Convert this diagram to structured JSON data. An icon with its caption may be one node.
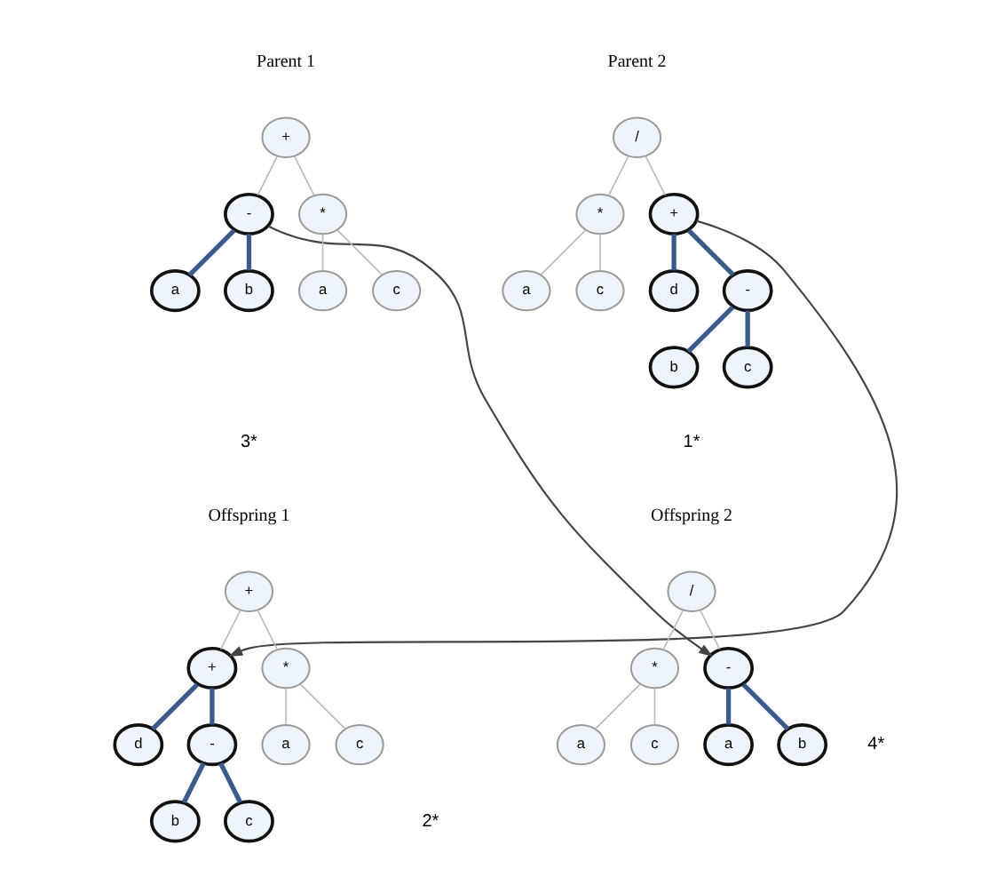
{
  "diagram": {
    "nodes": [
      {
        "text": [
          "+"
        ]
      },
      {
        "text": [
          "-"
        ]
      },
      {
        "text": [
          "a"
        ]
      },
      {
        "text": [
          "b"
        ]
      },
      {
        "text": [
          "*"
        ]
      },
      {
        "text": [
          "a"
        ]
      },
      {
        "text": [
          "c"
        ]
      },
      {
        "text": [
          "/"
        ]
      },
      {
        "text": [
          "*"
        ]
      },
      {
        "text": [
          "a"
        ]
      },
      {
        "text": [
          "c"
        ]
      },
      {
        "text": [
          "+"
        ]
      },
      {
        "text": [
          "d"
        ]
      },
      {
        "text": [
          "-"
        ]
      },
      {
        "text": [
          "b"
        ]
      },
      {
        "text": [
          "c"
        ]
      },
      {
        "text": [
          "+"
        ]
      },
      {
        "text": [
          "+"
        ]
      },
      {
        "text": [
          "d"
        ]
      },
      {
        "text": [
          "-"
        ]
      },
      {
        "text": [
          "b"
        ]
      },
      {
        "text": [
          "c"
        ]
      },
      {
        "text": [
          "*"
        ]
      },
      {
        "text": [
          "a"
        ]
      },
      {
        "text": [
          "c"
        ]
      },
      {
        "text": [
          "/"
        ]
      },
      {
        "text": [
          "*"
        ]
      },
      {
        "text": [
          "a"
        ]
      },
      {
        "text": [
          "c"
        ]
      },
      {
        "text": [
          "-"
        ]
      },
      {
        "text": [
          "a"
        ]
      },
      {
        "text": [
          "b"
        ]
      }
    ],
    "edges": [
      {
        "from": 0,
        "to": 1,
        "arrow": "none"
      },
      {
        "from": 0,
        "to": 4,
        "arrow": "none"
      },
      {
        "from": 1,
        "to": 2,
        "arrow": "none",
        "style": "thick",
        "color": "#3b5b8c"
      },
      {
        "from": 1,
        "to": 3,
        "arrow": "none",
        "style": "thick",
        "color": "#3b5b8c"
      },
      {
        "from": 4,
        "to": 5,
        "arrow": "none"
      },
      {
        "from": 4,
        "to": 6,
        "arrow": "none"
      },
      {
        "from": 7,
        "to": 8,
        "arrow": "none"
      },
      {
        "from": 7,
        "to": 11,
        "arrow": "none"
      },
      {
        "from": 8,
        "to": 9,
        "arrow": "none"
      },
      {
        "from": 8,
        "to": 10,
        "arrow": "none"
      },
      {
        "from": 11,
        "to": 12,
        "arrow": "none",
        "style": "thick",
        "color": "#3b5b8c"
      },
      {
        "from": 11,
        "to": 13,
        "arrow": "none",
        "style": "thick",
        "color": "#3b5b8c"
      },
      {
        "from": 13,
        "to": 14,
        "arrow": "none",
        "style": "thick",
        "color": "#3b5b8c"
      },
      {
        "from": 13,
        "to": 15,
        "arrow": "none",
        "style": "thick",
        "color": "#3b5b8c"
      },
      {
        "from": 16,
        "to": 17,
        "arrow": "none"
      },
      {
        "from": 16,
        "to": 22,
        "arrow": "none"
      },
      {
        "from": 17,
        "to": 18,
        "arrow": "none",
        "style": "thick",
        "color": "#3b5b8c"
      },
      {
        "from": 17,
        "to": 19,
        "arrow": "none",
        "style": "thick",
        "color": "#3b5b8c"
      },
      {
        "from": 19,
        "to": 20,
        "arrow": "none",
        "style": "thick",
        "color": "#3b5b8c"
      },
      {
        "from": 19,
        "to": 21,
        "arrow": "none",
        "style": "thick",
        "color": "#3b5b8c"
      },
      {
        "from": 22,
        "to": 23,
        "arrow": "none"
      },
      {
        "from": 22,
        "to": 24,
        "arrow": "none"
      },
      {
        "from": 25,
        "to": 26,
        "arrow": "none"
      },
      {
        "from": 25,
        "to": 29,
        "arrow": "none"
      },
      {
        "from": 26,
        "to": 27,
        "arrow": "none"
      },
      {
        "from": 26,
        "to": 28,
        "arrow": "none"
      },
      {
        "from": 29,
        "to": 30,
        "arrow": "none",
        "style": "thick",
        "color": "#3b5b8c"
      },
      {
        "from": 29,
        "to": 31,
        "arrow": "none",
        "style": "thick",
        "color": "#3b5b8c"
      },
      {
        "from": 1,
        "to": 29,
        "arrow": "to",
        "color": "#444444"
      },
      {
        "from": 11,
        "to": 17,
        "arrow": "to",
        "color": "#444444"
      }
    ],
    "labels": [
      "Parent 1",
      "Parent 2",
      "3*",
      "1*",
      "Offspring 1",
      "Offspring 2",
      "4*",
      "2*"
    ]
  }
}
